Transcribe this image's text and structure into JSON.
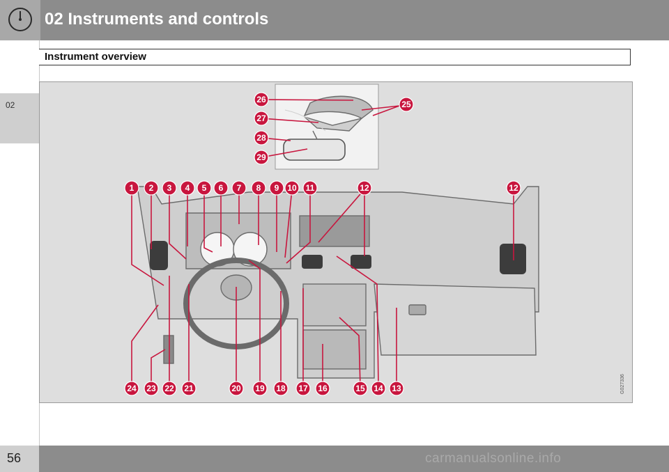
{
  "header": {
    "chapter_title": "02 Instruments and controls",
    "icon": "gauge-icon"
  },
  "side_tab": {
    "label": "02"
  },
  "section": {
    "title": "Instrument overview"
  },
  "figure": {
    "callouts": [
      "1",
      "2",
      "3",
      "4",
      "5",
      "6",
      "7",
      "8",
      "9",
      "10",
      "11",
      "12",
      "12",
      "13",
      "14",
      "15",
      "16",
      "17",
      "18",
      "19",
      "20",
      "21",
      "22",
      "23",
      "24",
      "25",
      "26",
      "27",
      "28",
      "29"
    ],
    "code": "G027336",
    "colors": {
      "callout": "#c8163e",
      "panel": "#dedede"
    }
  },
  "footer": {
    "page_number": "56"
  },
  "watermark": {
    "text": "carmanualsonline.info"
  }
}
